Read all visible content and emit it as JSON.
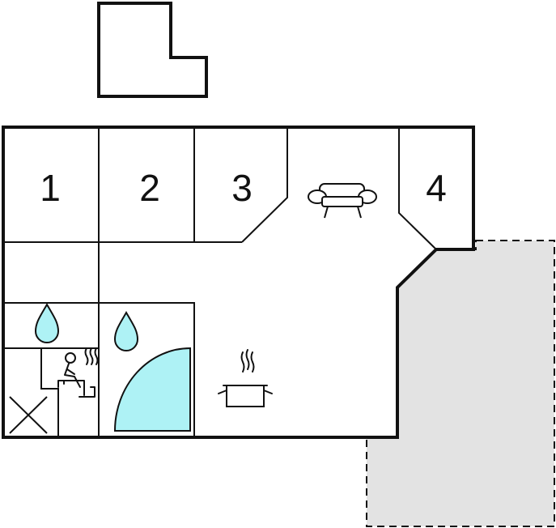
{
  "colors": {
    "wall": "#111111",
    "water": "#aef2f5",
    "terrace_fill": "#e3e3e3",
    "background": "#ffffff"
  },
  "rooms": [
    {
      "id": "room-1",
      "label": "1"
    },
    {
      "id": "room-2",
      "label": "2"
    },
    {
      "id": "room-3",
      "label": "3"
    },
    {
      "id": "room-4",
      "label": "4"
    }
  ],
  "icons": [
    "sofa-icon",
    "cooking-pot-icon",
    "water-drop-icon",
    "sauna-icon",
    "shower-icon",
    "toilet-cross-icon"
  ]
}
